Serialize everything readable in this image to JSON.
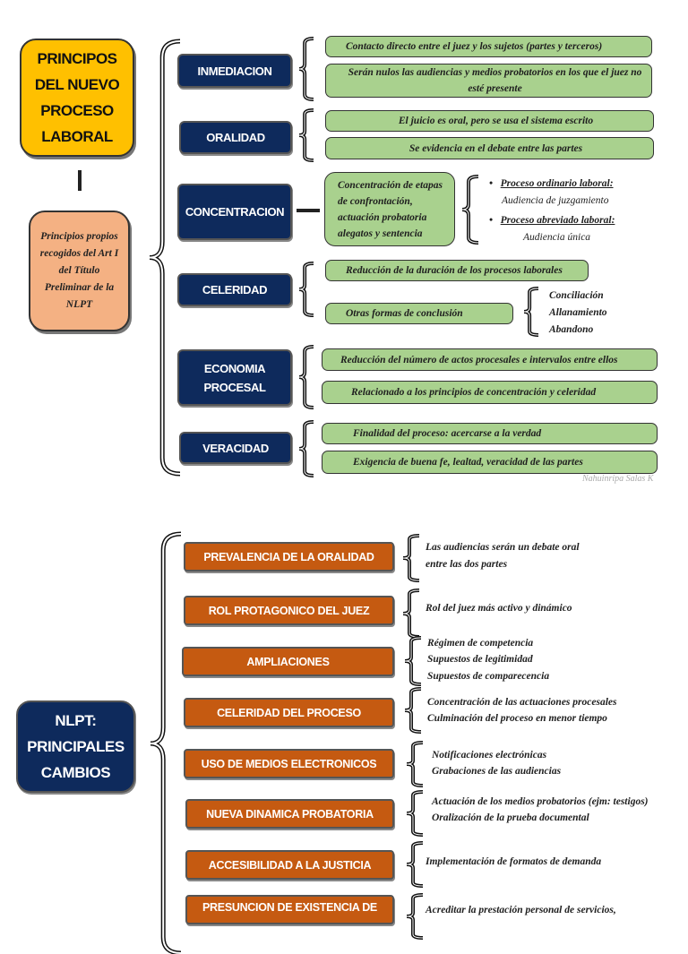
{
  "section1": {
    "title": "PRINCIPOS DEL NUEVO PROCESO LABORAL",
    "note": "Principios propios recogidos del Art I del Título Preliminar de la NLPT",
    "principles": [
      {
        "label": "INMEDIACION",
        "details": [
          "Contacto directo entre el juez y los sujetos (partes y terceros)",
          "Serán nulos las audiencias y medios probatorios en los que el juez no esté presente"
        ]
      },
      {
        "label": "ORALIDAD",
        "details": [
          "El juicio es oral, pero se usa el sistema escrito",
          "Se evidencia en el debate entre las partes"
        ]
      },
      {
        "label": "CONCENTRACION",
        "details": [
          "Concentración de etapas de confrontación, actuación probatoria alegatos y sentencia"
        ],
        "sub": [
          {
            "heading": "Proceso ordinario laboral:",
            "text": "Audiencia de juzgamiento"
          },
          {
            "heading": "Proceso abreviado laboral:",
            "text": "Audiencia única"
          }
        ]
      },
      {
        "label": "CELERIDAD",
        "details": [
          "Reducción de la duración de los procesos laborales",
          "Otras formas de conclusión"
        ],
        "sub": [
          "Conciliación",
          "Allanamiento",
          "Abandono"
        ]
      },
      {
        "label": "ECONOMIA PROCESAL",
        "details": [
          "Reducción del número de actos procesales e intervalos entre ellos",
          "Relacionado a los principios de concentración y celeridad"
        ]
      },
      {
        "label": "VERACIDAD",
        "details": [
          "Finalidad del proceso: acercarse a la verdad",
          "Exigencia de buena fe, lealtad, veracidad de las partes"
        ]
      }
    ],
    "author": "Nahuinripa Salas K"
  },
  "section2": {
    "title": "NLPT: PRINCIPALES CAMBIOS",
    "changes": [
      {
        "label": "PREVALENCIA DE LA ORALIDAD",
        "details": [
          "Las audiencias serán un debate oral",
          "entre las dos partes"
        ]
      },
      {
        "label": "ROL PROTAGONICO DEL JUEZ",
        "details": [
          "Rol del juez más activo y dinámico"
        ]
      },
      {
        "label": "AMPLIACIONES",
        "details": [
          "Régimen de competencia",
          "Supuestos de legitimidad",
          "Supuestos de comparecencia"
        ]
      },
      {
        "label": "CELERIDAD DEL PROCESO",
        "details": [
          "Concentración de las actuaciones procesales",
          "Culminación del proceso en menor tiempo"
        ]
      },
      {
        "label": "USO DE MEDIOS ELECTRONICOS",
        "details": [
          "Notificaciones electrónicas",
          "Grabaciones de las audiencias"
        ]
      },
      {
        "label": "NUEVA DINAMICA PROBATORIA",
        "details": [
          "Actuación de los medios probatorios (ejm: testigos)",
          "Oralización de la prueba documental"
        ]
      },
      {
        "label": "ACCESIBILIDAD A LA JUSTICIA",
        "details": [
          "Implementación de formatos de demanda"
        ]
      },
      {
        "label": "PRESUNCION DE EXISTENCIA DE",
        "details": [
          "Acreditar la prestación personal de servicios,"
        ]
      }
    ]
  },
  "colors": {
    "title_yellow": "#FFC000",
    "note_peach": "#F4B183",
    "navy": "#0E2A5C",
    "detail_green": "#A9D18E",
    "change_orange": "#C55A11"
  }
}
